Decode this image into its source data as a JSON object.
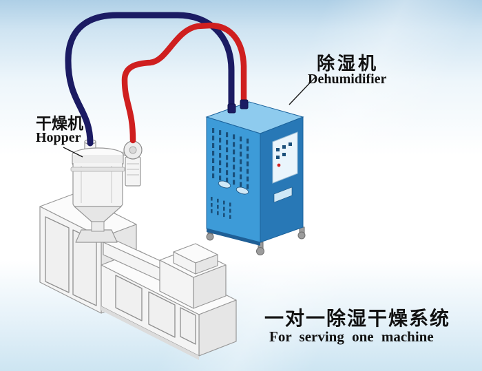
{
  "labels": {
    "hopper_cn": "干燥机",
    "hopper_en": "Hopper",
    "dehumidifier_cn": "除湿机",
    "dehumidifier_en": "Dehumidifier",
    "caption_cn": "一对一除湿干燥系统",
    "caption_en": "For serving one machine"
  },
  "colors": {
    "pipe_navy": "#1b1b63",
    "pipe_red": "#cf1f1f",
    "cabinet_front": "#3d9bd8",
    "cabinet_side": "#2878b6",
    "cabinet_top": "#8ecbee",
    "cabinet_detail": "#1a4f7a",
    "machine_face": "#f4f4f4",
    "machine_side": "#e6e6e6",
    "machine_top": "#fbfbfb",
    "outline": "#979797",
    "label_text": "#111111"
  }
}
